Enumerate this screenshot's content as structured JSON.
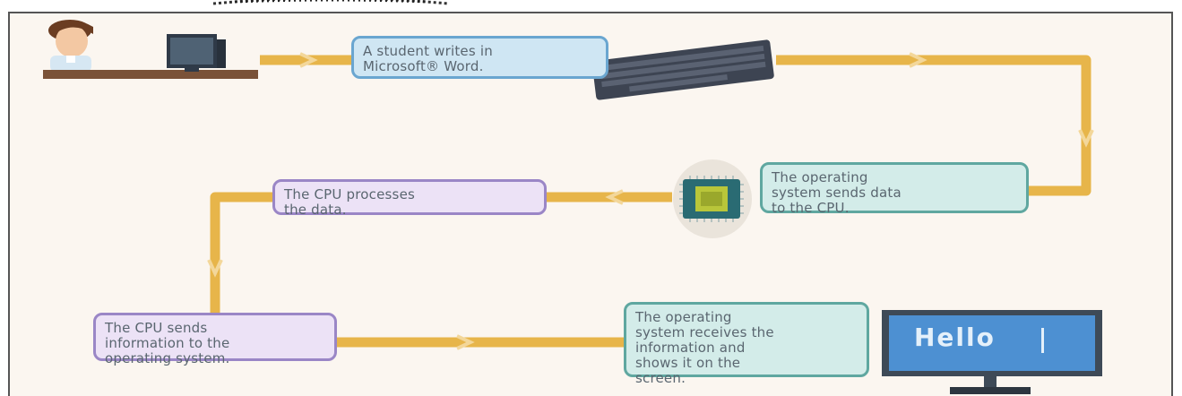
{
  "steps": [
    {
      "text": [
        "A student writes in",
        "Microsoft® Word."
      ]
    },
    {
      "text": [
        "The operating",
        "system sends data",
        "to the CPU."
      ]
    },
    {
      "text": [
        "The CPU processes",
        "the data."
      ]
    },
    {
      "text": [
        "The CPU sends",
        "information to the",
        "operating system."
      ]
    },
    {
      "text": [
        "The operating",
        "system receives the",
        "information and",
        "shows it on the",
        "screen."
      ]
    }
  ],
  "monitor_text": "Hello",
  "colors": {
    "arrow": "#e7b54a",
    "blue_box": "#cfe6f3",
    "teal_box": "#d3ece9",
    "purple_box": "#ece2f6",
    "background": "#fbf6f0",
    "frame": "#555555"
  },
  "icons": [
    "student-at-computer-icon",
    "keyboard-icon",
    "cpu-chip-icon",
    "monitor-icon"
  ]
}
